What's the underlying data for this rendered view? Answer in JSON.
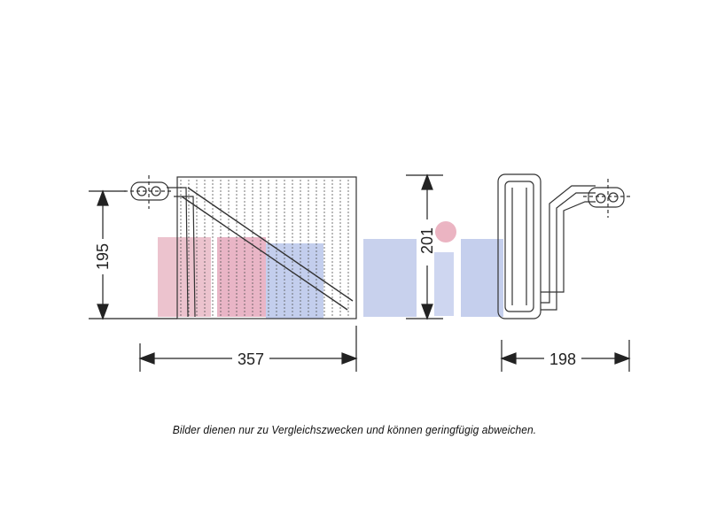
{
  "watermark": {
    "text": "aksis",
    "colors": [
      "#e8b8c4",
      "#b8c6e8"
    ]
  },
  "dimensions": {
    "front_height": "195",
    "front_width": "357",
    "side_height": "201",
    "side_depth": "198"
  },
  "caption": "Bilder dienen nur zu Vergleichszwecken und können geringfügig abweichen."
}
